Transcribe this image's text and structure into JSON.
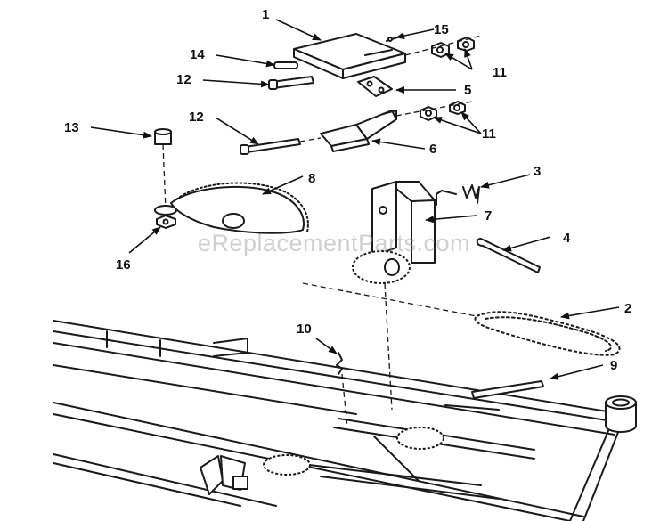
{
  "watermark": "eReplacementParts.com",
  "callouts": [
    {
      "id": "c1",
      "label": "1"
    },
    {
      "id": "c15",
      "label": "15"
    },
    {
      "id": "c14",
      "label": "14"
    },
    {
      "id": "c11a",
      "label": "11"
    },
    {
      "id": "c12a",
      "label": "12"
    },
    {
      "id": "c5",
      "label": "5"
    },
    {
      "id": "c13",
      "label": "13"
    },
    {
      "id": "c12b",
      "label": "12"
    },
    {
      "id": "c11b",
      "label": "11"
    },
    {
      "id": "c6",
      "label": "6"
    },
    {
      "id": "c3",
      "label": "3"
    },
    {
      "id": "c8",
      "label": "8"
    },
    {
      "id": "c7",
      "label": "7"
    },
    {
      "id": "c4",
      "label": "4"
    },
    {
      "id": "c16",
      "label": "16"
    },
    {
      "id": "c2",
      "label": "2"
    },
    {
      "id": "c10",
      "label": "10"
    },
    {
      "id": "c9",
      "label": "9"
    }
  ]
}
